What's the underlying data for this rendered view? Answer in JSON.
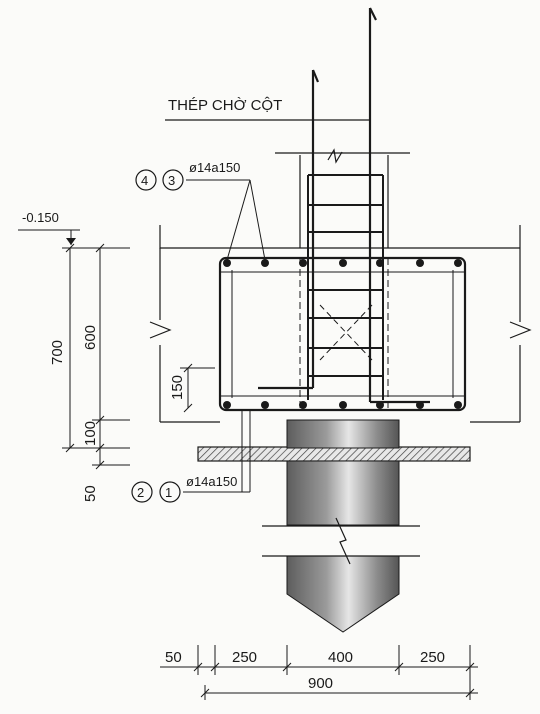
{
  "title_label": "THÉP CHỜ CỘT",
  "level_mark": "-0.150",
  "top_rebar": {
    "tag_a": "4",
    "tag_b": "3",
    "spec": "ø14a150"
  },
  "bottom_rebar": {
    "tag_a": "2",
    "tag_b": "1",
    "spec": "ø14a150"
  },
  "vertical_dims": {
    "overall": "700",
    "cap_depth": "600",
    "embed": "150",
    "lean_gap": "100",
    "lean": "50"
  },
  "horizontal_dims": {
    "d1": "50",
    "d2": "250",
    "d3": "400",
    "d4": "250",
    "total": "900"
  },
  "colors": {
    "ink": "#1a1a1a",
    "pile_dark": "#6a6a6a",
    "pile_light": "#e2e2e2",
    "paper": "#fbfbf9"
  }
}
